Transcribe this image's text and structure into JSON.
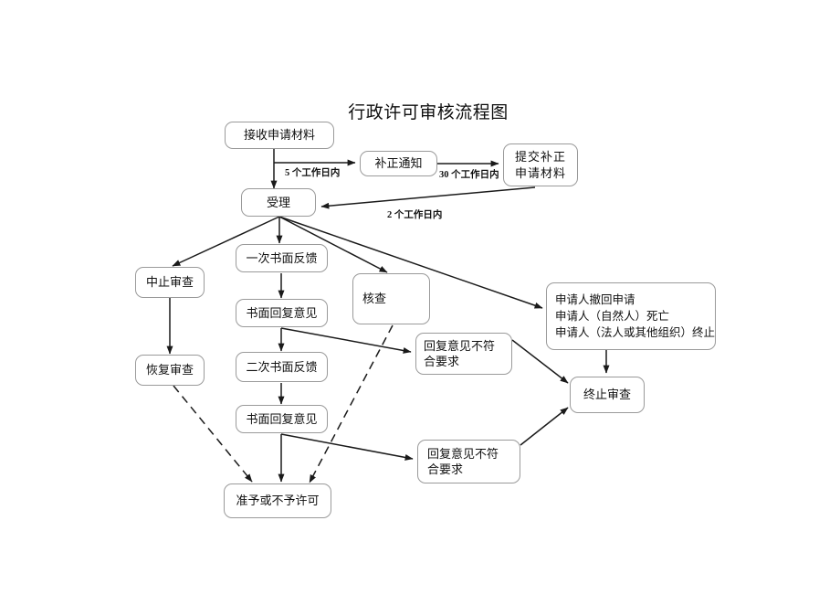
{
  "document": {
    "title": "行政许可审核流程图",
    "background_color": "#ffffff",
    "line_color": "#1a1a1a",
    "box_border_color": "#9a9a9a",
    "text_color": "#111111"
  },
  "nodes": [
    {
      "id": "receive",
      "label": "接收申请材料"
    },
    {
      "id": "correct_notice",
      "label": "补正通知"
    },
    {
      "id": "submit_correct",
      "label": "提交补正\n申请材料"
    },
    {
      "id": "accept",
      "label": "受理"
    },
    {
      "id": "suspend",
      "label": "中止审查"
    },
    {
      "id": "resume",
      "label": "恢复审查"
    },
    {
      "id": "first_written",
      "label": "一次书面反馈"
    },
    {
      "id": "written_reply1",
      "label": "书面回复意见"
    },
    {
      "id": "second_written",
      "label": "二次书面反馈"
    },
    {
      "id": "written_reply2",
      "label": "书面回复意见"
    },
    {
      "id": "verify",
      "label": "核查"
    },
    {
      "id": "reply_fail1",
      "label": "回复意见不符\n合要求"
    },
    {
      "id": "reply_fail2",
      "label": "回复意见不符\n合要求"
    },
    {
      "id": "terminate_reasons",
      "label": "申请人撤回申请\n申请人（自然人）死亡\n申请人（法人或其他组织）终止"
    },
    {
      "id": "terminate",
      "label": "终止审查"
    },
    {
      "id": "decision",
      "label": "准予或不予许可"
    }
  ],
  "edge_labels": [
    {
      "id": "label_5days",
      "text": "5 个工作日内"
    },
    {
      "id": "label_30days",
      "text": "30 个工作日内"
    },
    {
      "id": "label_2days",
      "text": "2 个工作日内"
    }
  ]
}
